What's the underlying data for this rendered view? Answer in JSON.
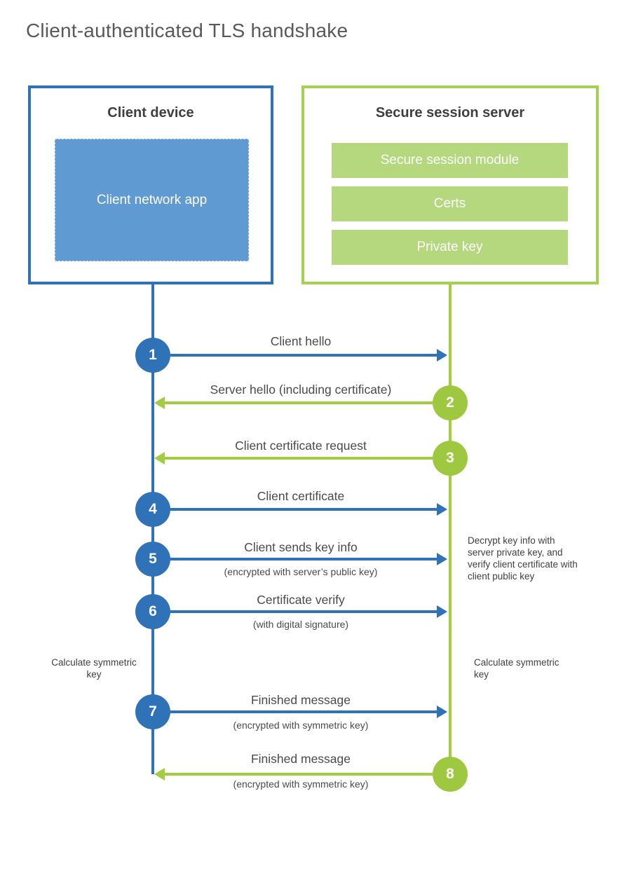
{
  "page": {
    "title": "Client-authenticated TLS handshake"
  },
  "colors": {
    "blue": "#2f72b7",
    "blue_fill": "#609ad3",
    "green": "#a3cd41",
    "green_fill": "#b5d87e",
    "green_border": "#a4d14f",
    "heading_text": "#3f3f3f",
    "label_text": "#4a4a4a",
    "title_gray": "#595959"
  },
  "client": {
    "title": "Client device",
    "app_label": "Client network app"
  },
  "server": {
    "title": "Secure session server",
    "modules": [
      "Secure session module",
      "Certs",
      "Private key"
    ]
  },
  "steps": [
    {
      "num": "1",
      "label": "Client hello",
      "sub": "",
      "direction": "right",
      "color": "blue"
    },
    {
      "num": "2",
      "label": "Server hello (including certificate)",
      "sub": "",
      "direction": "left",
      "color": "green"
    },
    {
      "num": "3",
      "label": "Client certificate request",
      "sub": "",
      "direction": "left",
      "color": "green"
    },
    {
      "num": "4",
      "label": "Client certificate",
      "sub": "",
      "direction": "right",
      "color": "blue"
    },
    {
      "num": "5",
      "label": "Client sends key info",
      "sub": "(encrypted with server’s public key)",
      "direction": "right",
      "color": "blue"
    },
    {
      "num": "6",
      "label": "Certificate verify",
      "sub": "(with digital signature)",
      "direction": "right",
      "color": "blue"
    },
    {
      "num": "7",
      "label": "Finished message",
      "sub": "(encrypted with symmetric key)",
      "direction": "right",
      "color": "blue"
    },
    {
      "num": "8",
      "label": "Finished message",
      "sub": "(encrypted with symmetric key)",
      "direction": "left",
      "color": "green"
    }
  ],
  "notes": {
    "decrypt": "Decrypt key info with server private key, and verify client certificate with client public key",
    "calc_left": "Calculate symmetric key",
    "calc_right": "Calculate symmetric key"
  }
}
